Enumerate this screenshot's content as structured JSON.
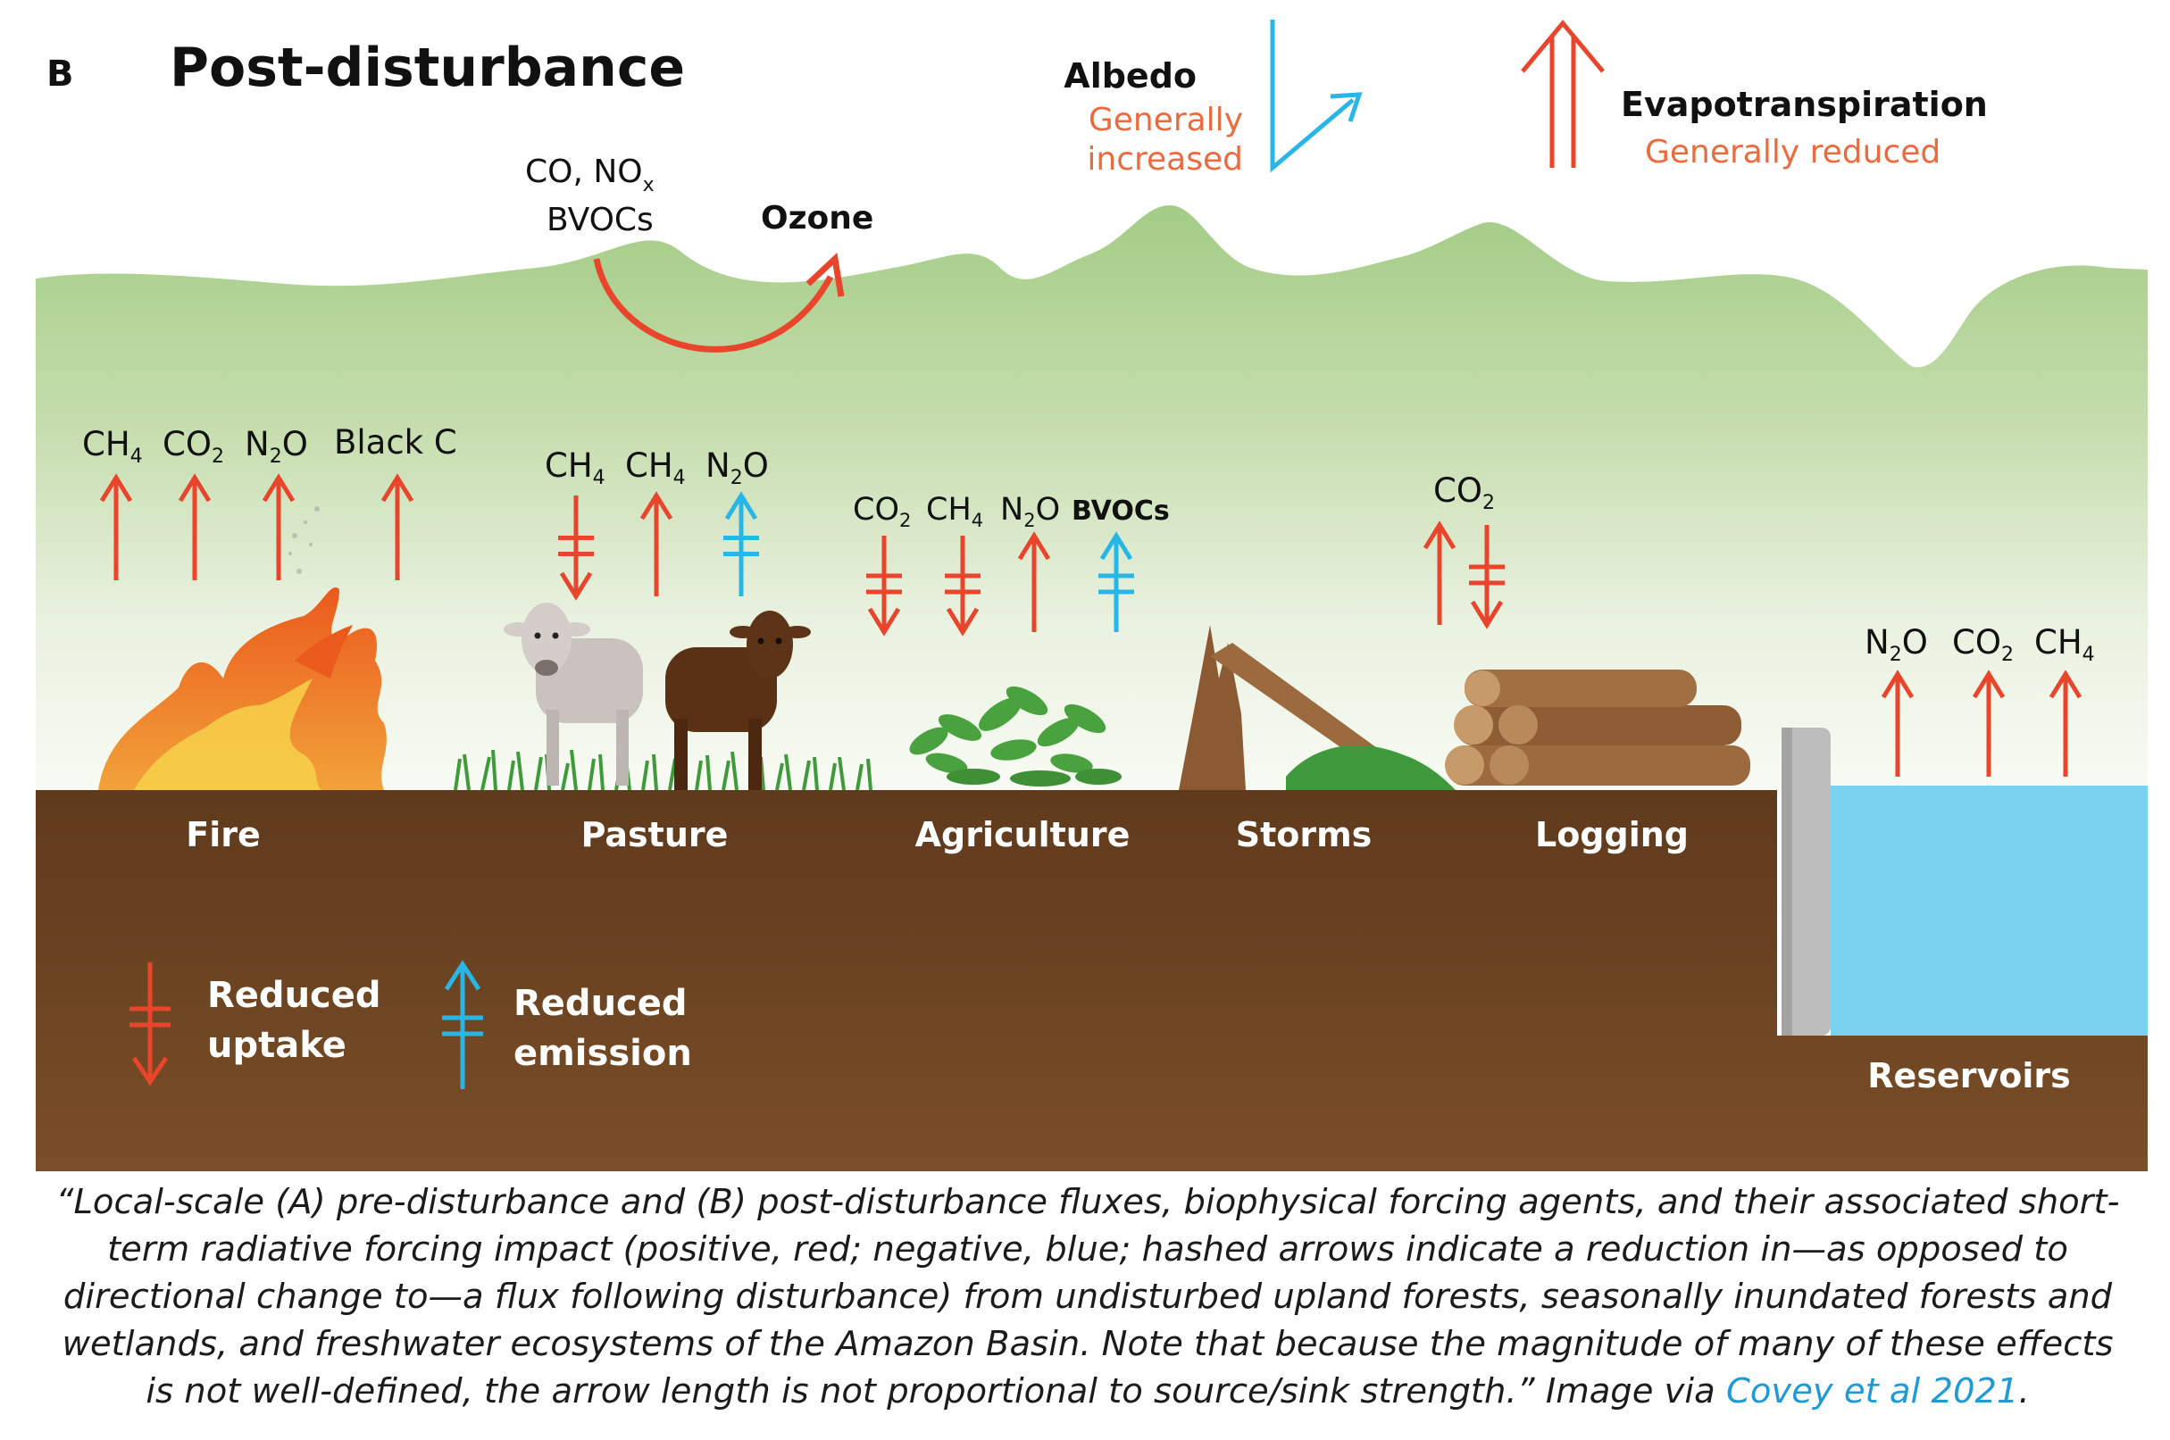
{
  "panel_letter": "B",
  "title": "Post-disturbance",
  "albedo": {
    "label": "Albedo",
    "note_line1": "Generally",
    "note_line2": "increased"
  },
  "evapotranspiration": {
    "label": "Evapotranspiration",
    "note": "Generally reduced"
  },
  "ozone": {
    "precursors_line1": "CO, NO",
    "precursors_sub": "x",
    "precursors_line2": "BVOCs",
    "product": "Ozone"
  },
  "zones": {
    "fire": {
      "label": "Fire",
      "gases": [
        {
          "base": "CH",
          "sub": "4"
        },
        {
          "base": "CO",
          "sub": "2"
        },
        {
          "base": "N",
          "sub": "2",
          "tail": "O"
        },
        {
          "base": "Black C",
          "sub": ""
        }
      ]
    },
    "pasture": {
      "label": "Pasture",
      "gases": [
        {
          "base": "CH",
          "sub": "4"
        },
        {
          "base": "CH",
          "sub": "4"
        },
        {
          "base": "N",
          "sub": "2",
          "tail": "O"
        }
      ]
    },
    "agriculture": {
      "label": "Agriculture",
      "gases": [
        {
          "base": "CO",
          "sub": "2"
        },
        {
          "base": "CH",
          "sub": "4"
        },
        {
          "base": "N",
          "sub": "2",
          "tail": "O"
        },
        {
          "base": "BVOCs",
          "sub": ""
        }
      ]
    },
    "storms": {
      "label": "Storms"
    },
    "logging": {
      "label": "Logging",
      "gases": [
        {
          "base": "CO",
          "sub": "2"
        }
      ]
    },
    "reservoirs": {
      "label": "Reservoirs",
      "gases": [
        {
          "base": "N",
          "sub": "2",
          "tail": "O"
        },
        {
          "base": "CO",
          "sub": "2"
        },
        {
          "base": "CH",
          "sub": "4"
        }
      ]
    }
  },
  "legend": {
    "reduced_uptake_line1": "Reduced",
    "reduced_uptake_line2": "uptake",
    "reduced_emission_line1": "Reduced",
    "reduced_emission_line2": "emission"
  },
  "caption": {
    "line1": "“Local-scale (A) pre-disturbance and (B) post-disturbance fluxes, biophysical forcing agents, and their associated short-",
    "line2": "term radiative forcing impact (positive, red; negative, blue; hashed arrows indicate a reduction in—as opposed to",
    "line3": "directional change to—a flux following disturbance) from undisturbed upland forests, seasonally inundated forests and",
    "line4": "wetlands, and freshwater ecosystems of the Amazon Basin. Note that because the magnitude of many of these effects",
    "line5_prefix": "is not well-defined, the arrow length is not proportional to source/sink strength.” Image via ",
    "link": "Covey et al 2021",
    "line5_suffix": "."
  },
  "colors": {
    "red": "#e8452c",
    "blue": "#27b6e6",
    "soil": "#6b4323",
    "water": "#79d1f0",
    "canopy": "#a3cc86",
    "wall": "#bdbdbd",
    "label_orange": "#ec6b3e"
  }
}
